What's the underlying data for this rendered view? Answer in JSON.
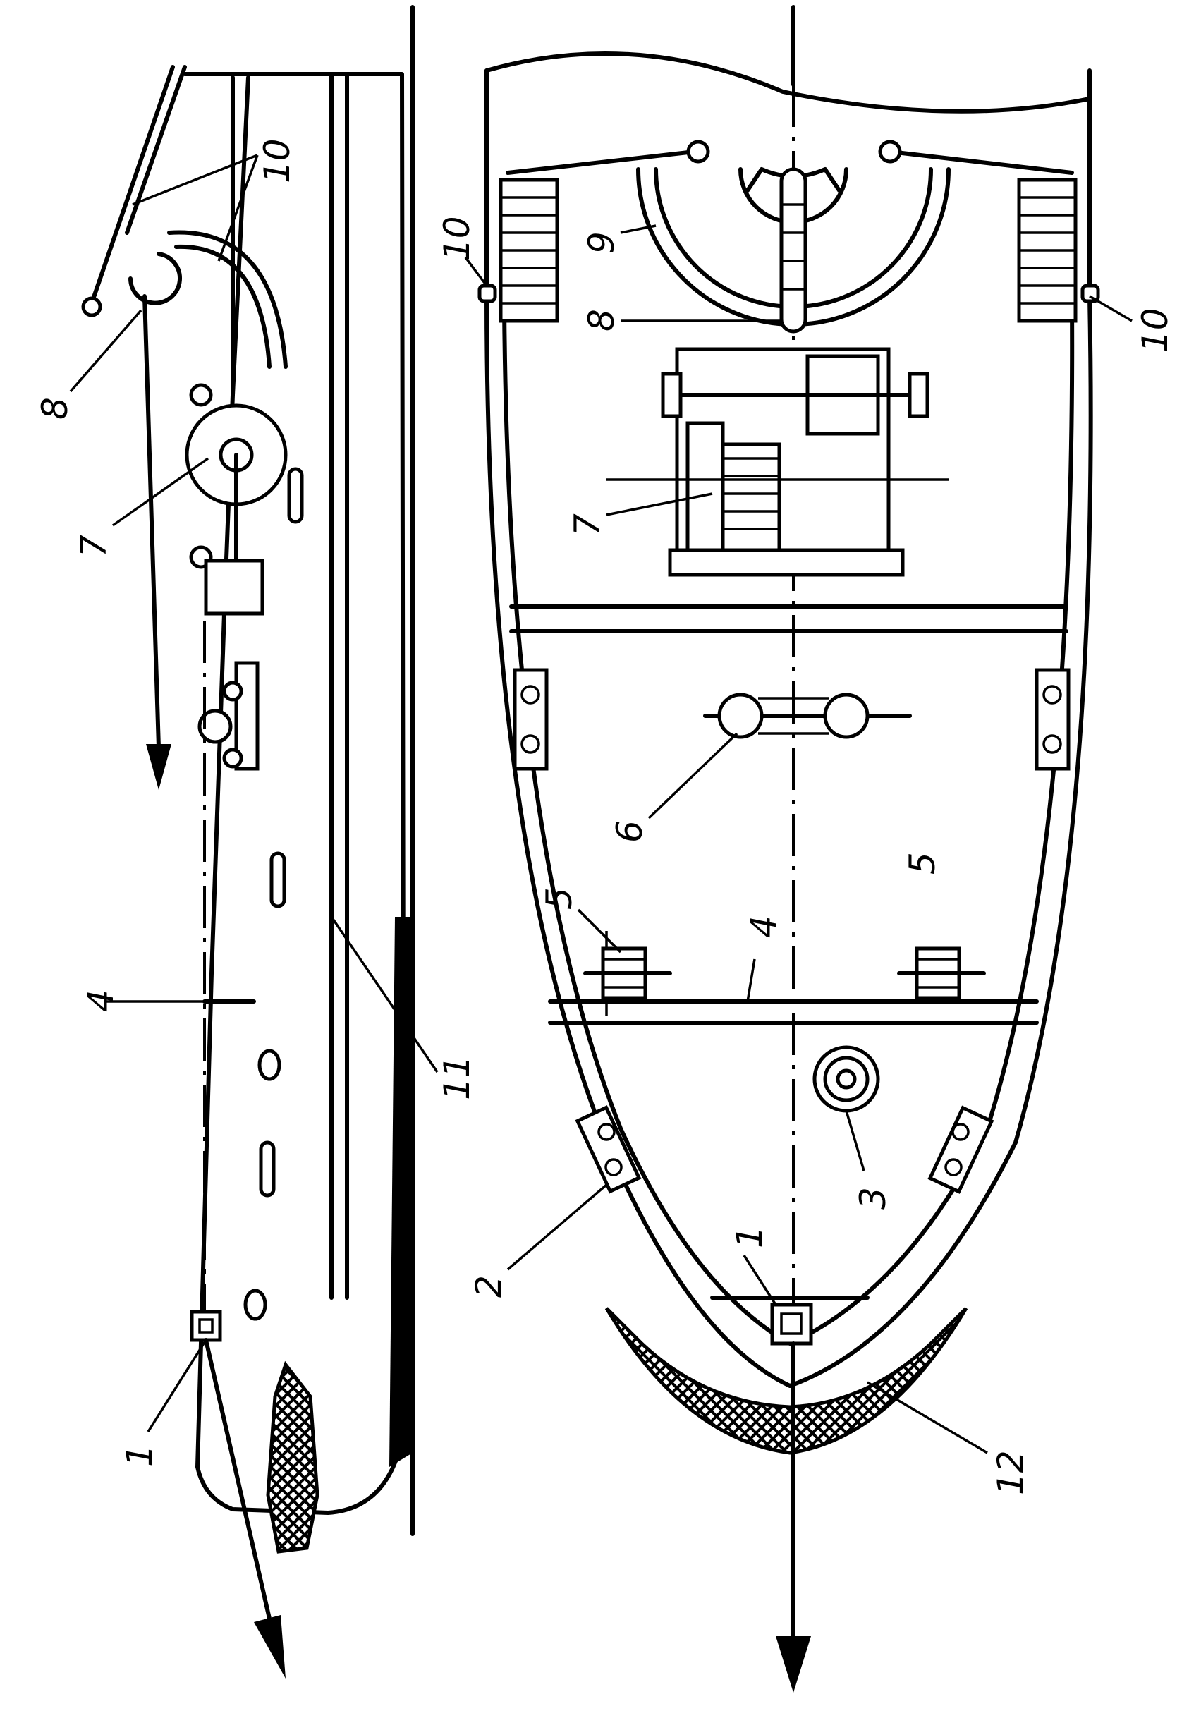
{
  "figure": {
    "callouts": [
      {
        "id": "callout-1-side",
        "text": "1"
      },
      {
        "id": "callout-4-side",
        "text": "4"
      },
      {
        "id": "callout-11-side",
        "text": "11"
      },
      {
        "id": "callout-7-side",
        "text": "7"
      },
      {
        "id": "callout-8-side",
        "text": "8"
      },
      {
        "id": "callout-10-side",
        "text": "10"
      },
      {
        "id": "callout-10-top-left",
        "text": "10"
      },
      {
        "id": "callout-9-top",
        "text": "9"
      },
      {
        "id": "callout-8-top",
        "text": "8"
      },
      {
        "id": "callout-10-top-right",
        "text": "10"
      },
      {
        "id": "callout-7-top",
        "text": "7"
      },
      {
        "id": "callout-6-top",
        "text": "6"
      },
      {
        "id": "callout-5-top-left",
        "text": "5"
      },
      {
        "id": "callout-5-top-right",
        "text": "5"
      },
      {
        "id": "callout-4-top",
        "text": "4"
      },
      {
        "id": "callout-3-top",
        "text": "3"
      },
      {
        "id": "callout-2-top",
        "text": "2"
      },
      {
        "id": "callout-1-top",
        "text": "1"
      },
      {
        "id": "callout-12-top",
        "text": "12"
      }
    ]
  }
}
